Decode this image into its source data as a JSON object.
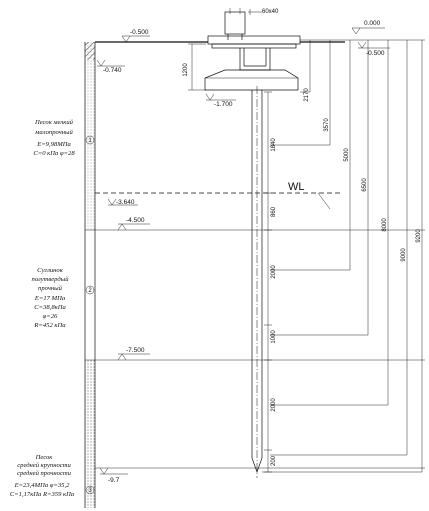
{
  "cap": {
    "label": "60x40"
  },
  "elevations": {
    "ground_left": "-0.500",
    "zero": "0.000",
    "right_small": "-0.500",
    "layer1_top": "-0.740",
    "grillage_base": "-1.700",
    "water": "-3.640",
    "layer2_top": "-4.500",
    "layer3_top": "-7.500",
    "pile_tip": "-9.7"
  },
  "water_level": {
    "label": "WL"
  },
  "pile_dimensions": [
    "1840",
    "860",
    "2000",
    "1000",
    "2000",
    "200"
  ],
  "grillage_height": "1200",
  "right_dimensions": [
    "2170",
    "3570",
    "5000",
    "6500",
    "8000",
    "9000",
    "9200"
  ],
  "layers": [
    {
      "name_lines": [
        "Песок мелкий",
        "малопрочный"
      ],
      "props": [
        "E=9,98МПа",
        "C=0 кПа  φ=28"
      ]
    },
    {
      "name_lines": [
        "Суглинок",
        "полутвердый",
        "прочный"
      ],
      "props": [
        "E=17 МПа",
        "C=38,8кПа",
        "φ=26",
        "R=452 кПа"
      ]
    },
    {
      "name_lines": [
        "Песок",
        "средней крупности",
        "средней прочности"
      ],
      "props": [
        "E=23,4МПа    φ=35,2",
        "C=1,17кПа    R=359 кПа"
      ]
    }
  ],
  "column_markers": [
    "1",
    "2",
    "3"
  ]
}
